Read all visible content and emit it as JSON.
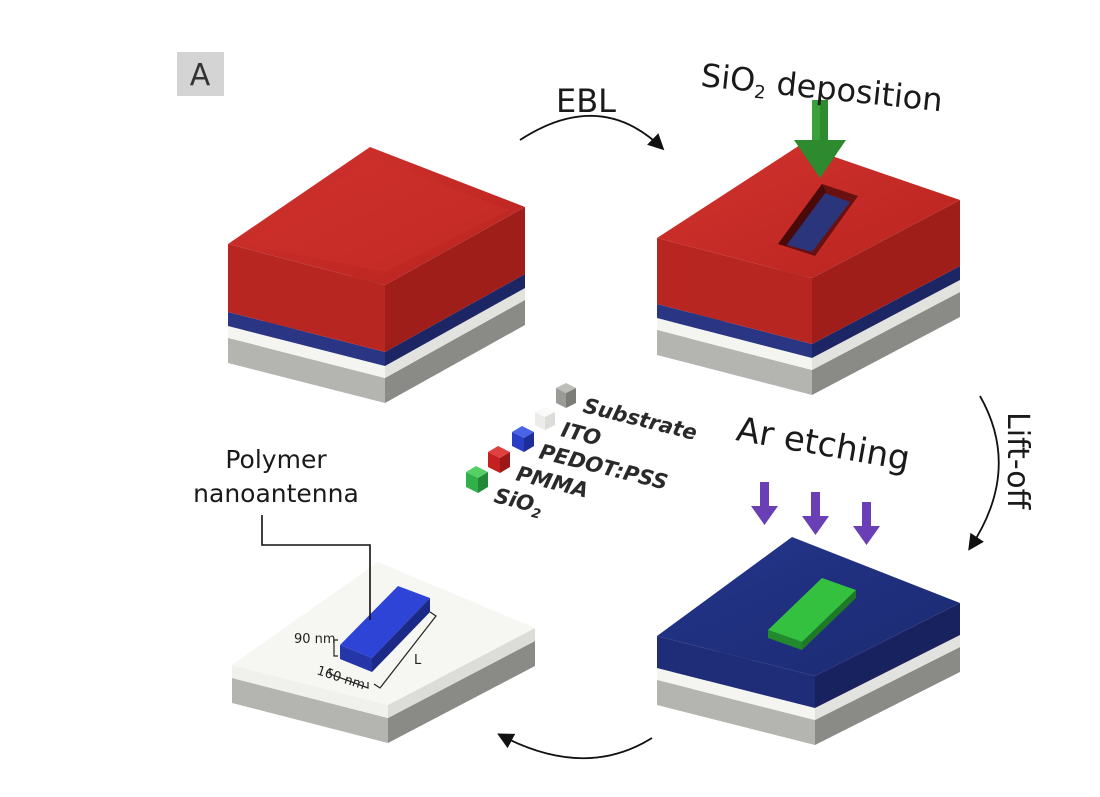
{
  "panel": {
    "letter": "A"
  },
  "steps": {
    "ebl": "EBL",
    "sio2_base": "SiO",
    "sio2_sub": "2",
    "deposition": " deposition",
    "lift_off": "Lift-off",
    "ar_etching": "Ar etching"
  },
  "antenna": {
    "label_line1": "Polymer",
    "label_line2": "nanoantenna",
    "height": "90 nm",
    "width": "160 nm",
    "length": "L"
  },
  "legend": {
    "items": [
      {
        "label": "Substrate",
        "color": "#9b9b96"
      },
      {
        "label": "ITO",
        "color": "#f2f2ee"
      },
      {
        "label": "PEDOT:PSS",
        "color": "#2a3fc4"
      },
      {
        "label": "PMMA",
        "color": "#c42020"
      },
      {
        "label": "SiO",
        "sub": "2",
        "color": "#2fb04a"
      }
    ]
  },
  "colors": {
    "substrate": "#9b9b96",
    "ito": "#f2f2ee",
    "pedot": "#1f2f7a",
    "pmma": "#c32a26",
    "sio2": "#33b83f",
    "deposition_arrow": "#2e8a2e",
    "etch_arrow": "#6a3fb5"
  }
}
